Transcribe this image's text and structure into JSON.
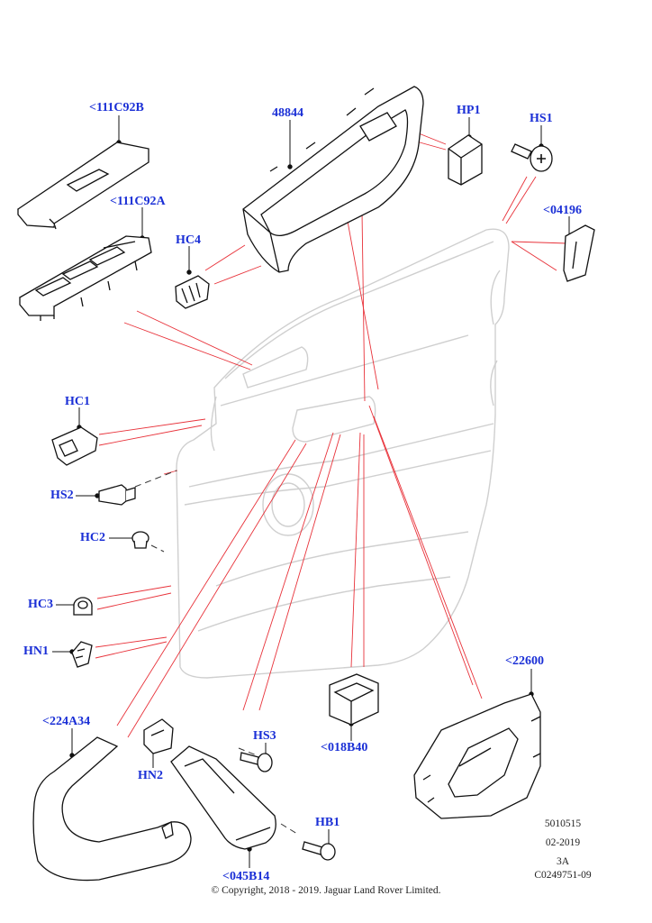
{
  "parts": {
    "p111C92B": "<111C92B",
    "p48844": "48844",
    "HP1": "HP1",
    "HS1": "HS1",
    "p111C92A": "<111C92A",
    "HC4": "HC4",
    "p04196": "<04196",
    "HC1": "HC1",
    "HS2": "HS2",
    "HC2": "HC2",
    "HC3": "HC3",
    "HN1": "HN1",
    "p22600": "<22600",
    "p224A34": "<224A34",
    "HS3": "HS3",
    "p018B40": "<018B40",
    "HN2": "HN2",
    "HB1": "HB1",
    "p045B14": "<045B14"
  },
  "footer": {
    "code1": "5010515",
    "date": "02-2019",
    "rev": "3A",
    "ref": "C0249751-09",
    "copyright": "© Copyright, 2018 - 2019. Jaguar Land Rover Limited."
  },
  "colors": {
    "label": "#1a2fd6",
    "leader": "#e8323a",
    "ghost": "#cfcfcf",
    "ink": "#111111"
  }
}
